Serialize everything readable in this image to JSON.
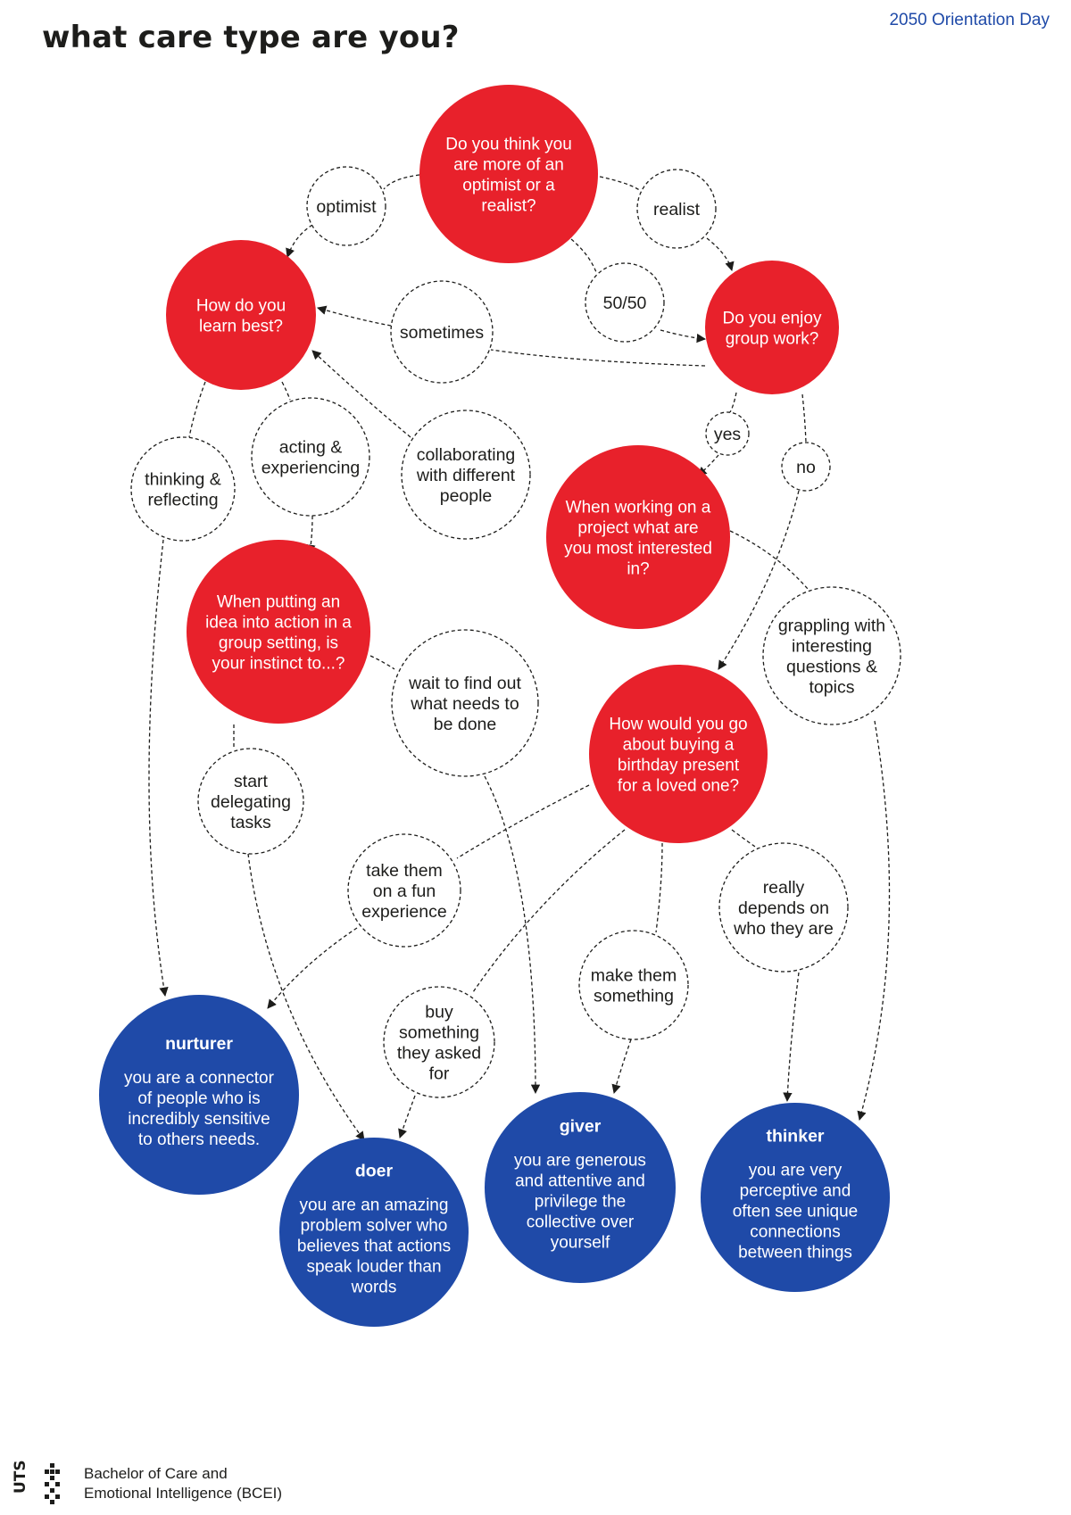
{
  "header": {
    "title": "what care type are you?",
    "event": "2050 Orientation Day"
  },
  "colors": {
    "question": "#e8212b",
    "result": "#1f4aa8",
    "text_dark": "#1d1d1b",
    "event_blue": "#1f4aa8"
  },
  "questions": {
    "q1": [
      "Do you think you",
      "are more of an",
      "optimist or a",
      "realist?"
    ],
    "q2": [
      "How do you",
      "learn best?"
    ],
    "q3": [
      "Do you enjoy",
      "group work?"
    ],
    "q4": [
      "When working on a",
      "project what are",
      "you most interested",
      "in?"
    ],
    "q5": [
      "When putting an",
      "idea into action in a",
      "group setting, is",
      "your instinct to...?"
    ],
    "q6": [
      "How would you go",
      "about buying a",
      "birthday present",
      "for a loved one?"
    ]
  },
  "answers": {
    "optimist": [
      "optimist"
    ],
    "realist": [
      "realist"
    ],
    "fifty": [
      "50/50"
    ],
    "sometimes": [
      "sometimes"
    ],
    "yes": [
      "yes"
    ],
    "no": [
      "no"
    ],
    "thinking": [
      "thinking &",
      "reflecting"
    ],
    "acting": [
      "acting &",
      "experiencing"
    ],
    "collab": [
      "collaborating",
      "with different",
      "people"
    ],
    "grappling": [
      "grappling with",
      "interesting",
      "questions &",
      "topics"
    ],
    "wait": [
      "wait to find out",
      "what needs to",
      "be done"
    ],
    "start": [
      "start",
      "delegating",
      "tasks"
    ],
    "fun": [
      "take them",
      "on a fun",
      "experience"
    ],
    "depends": [
      "really",
      "depends on",
      "who they are"
    ],
    "make": [
      "make them",
      "something"
    ],
    "buy": [
      "buy",
      "something",
      "they asked",
      "for"
    ]
  },
  "results": {
    "nurturer": {
      "name": "nurturer",
      "lines": [
        "you are a connector",
        "of people who is",
        "incredibly sensitive",
        "to others needs."
      ]
    },
    "doer": {
      "name": "doer",
      "lines": [
        "you are an amazing",
        "problem solver who",
        "believes that actions",
        "speak louder than",
        "words"
      ]
    },
    "giver": {
      "name": "giver",
      "lines": [
        "you are generous",
        "and attentive and",
        "privilege the",
        "collective over",
        "yourself"
      ]
    },
    "thinker": {
      "name": "thinker",
      "lines": [
        "you are very",
        "perceptive and",
        "often see unique",
        "connections",
        "between things"
      ]
    }
  },
  "footer": {
    "logo_text": "UTS",
    "line1": "Bachelor of Care and",
    "line2": "Emotional Intelligence (BCEI)"
  }
}
